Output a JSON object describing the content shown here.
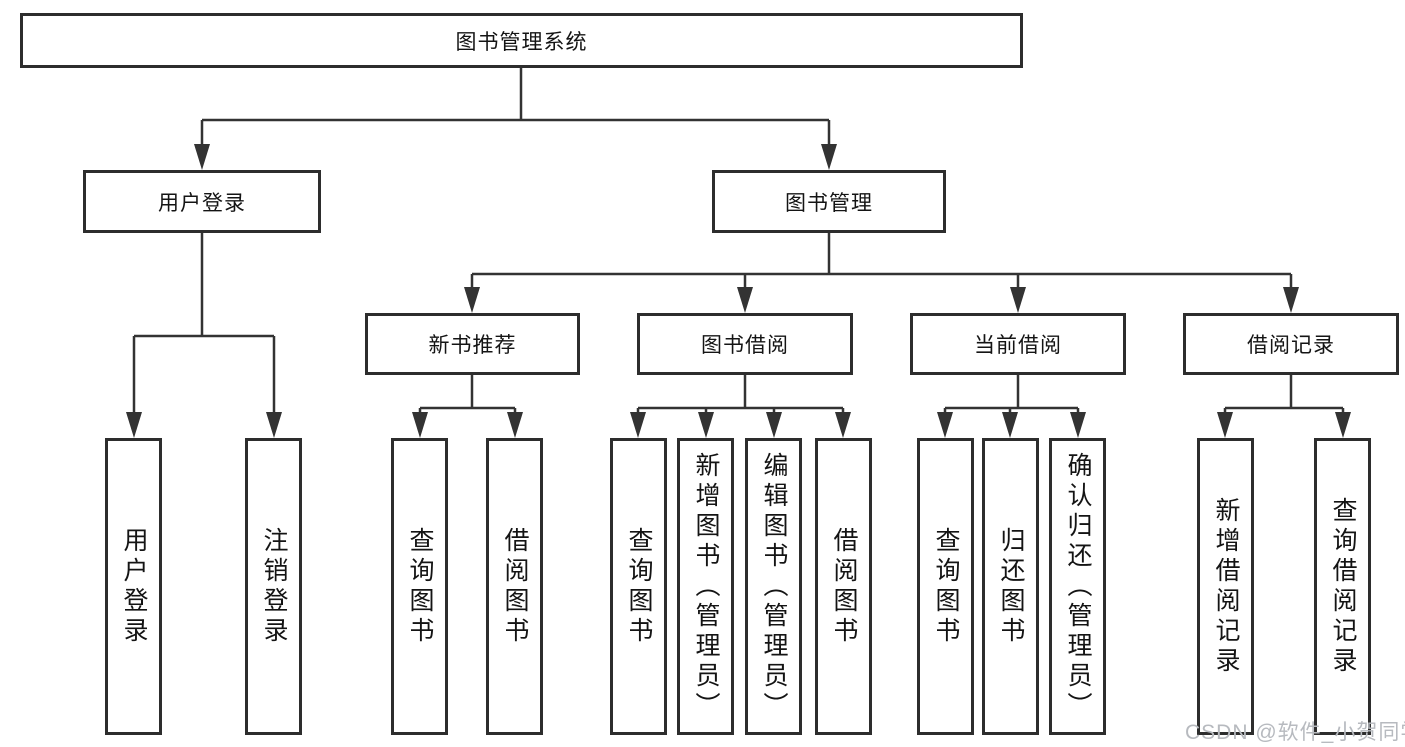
{
  "diagram": {
    "title": "图书管理系统",
    "colors": {
      "line": "#333333",
      "box_border": "#2d2d2d",
      "box_background": "#ffffff",
      "text": "#141414",
      "watermark": "#b7babf"
    },
    "nodes": {
      "root": {
        "label": "图书管理系统"
      },
      "level2": [
        {
          "id": "user-login",
          "label": "用户登录"
        },
        {
          "id": "book-management",
          "label": "图书管理"
        }
      ],
      "level3": [
        {
          "id": "new-book-recommend",
          "label": "新书推荐"
        },
        {
          "id": "book-borrow",
          "label": "图书借阅"
        },
        {
          "id": "current-borrow",
          "label": "当前借阅"
        },
        {
          "id": "borrow-record",
          "label": "借阅记录"
        }
      ],
      "leaves": [
        {
          "parent": "user-login",
          "label": "用户登录"
        },
        {
          "parent": "user-login",
          "label": "注销登录"
        },
        {
          "parent": "new-book-recommend",
          "label": "查询图书"
        },
        {
          "parent": "new-book-recommend",
          "label": "借阅图书"
        },
        {
          "parent": "book-borrow",
          "label": "查询图书"
        },
        {
          "parent": "book-borrow",
          "label": "新增图书（管理员）"
        },
        {
          "parent": "book-borrow",
          "label": "编辑图书（管理员）"
        },
        {
          "parent": "book-borrow",
          "label": "借阅图书"
        },
        {
          "parent": "current-borrow",
          "label": "查询图书"
        },
        {
          "parent": "current-borrow",
          "label": "归还图书"
        },
        {
          "parent": "current-borrow",
          "label": "确认归还（管理员）"
        },
        {
          "parent": "borrow-record",
          "label": "新增借阅记录"
        },
        {
          "parent": "borrow-record",
          "label": "查询借阅记录"
        }
      ]
    }
  },
  "watermark": {
    "text": "CSDN @软件_小贺同学"
  }
}
